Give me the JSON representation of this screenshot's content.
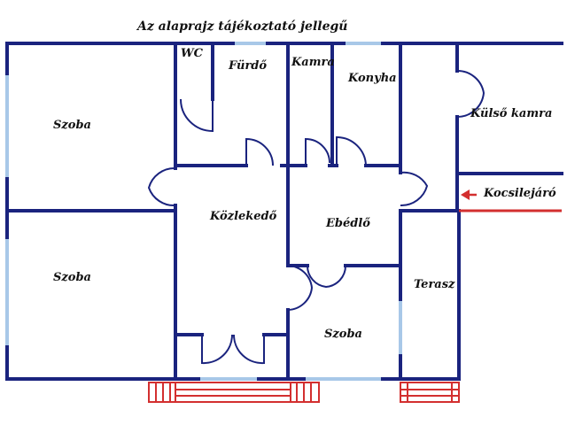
{
  "title": "Az alaprajz tájékoztató jellegű",
  "rooms": {
    "wc": "WC",
    "furdo": "Fürdő",
    "kamra": "Kamra",
    "konyha": "Konyha",
    "kulso_kamra": "Külső kamra",
    "szoba_top": "Szoba",
    "szoba_left": "Szoba",
    "kozlekedo": "Közlekedő",
    "ebedlo": "Ebédlő",
    "terasz": "Terasz",
    "szoba_bottom": "Szoba",
    "kocsilejaro": "Kocsilejáró"
  },
  "colors": {
    "wall": "#1a237e",
    "window": "#a8c8e8",
    "stair": "#d32f2f"
  }
}
